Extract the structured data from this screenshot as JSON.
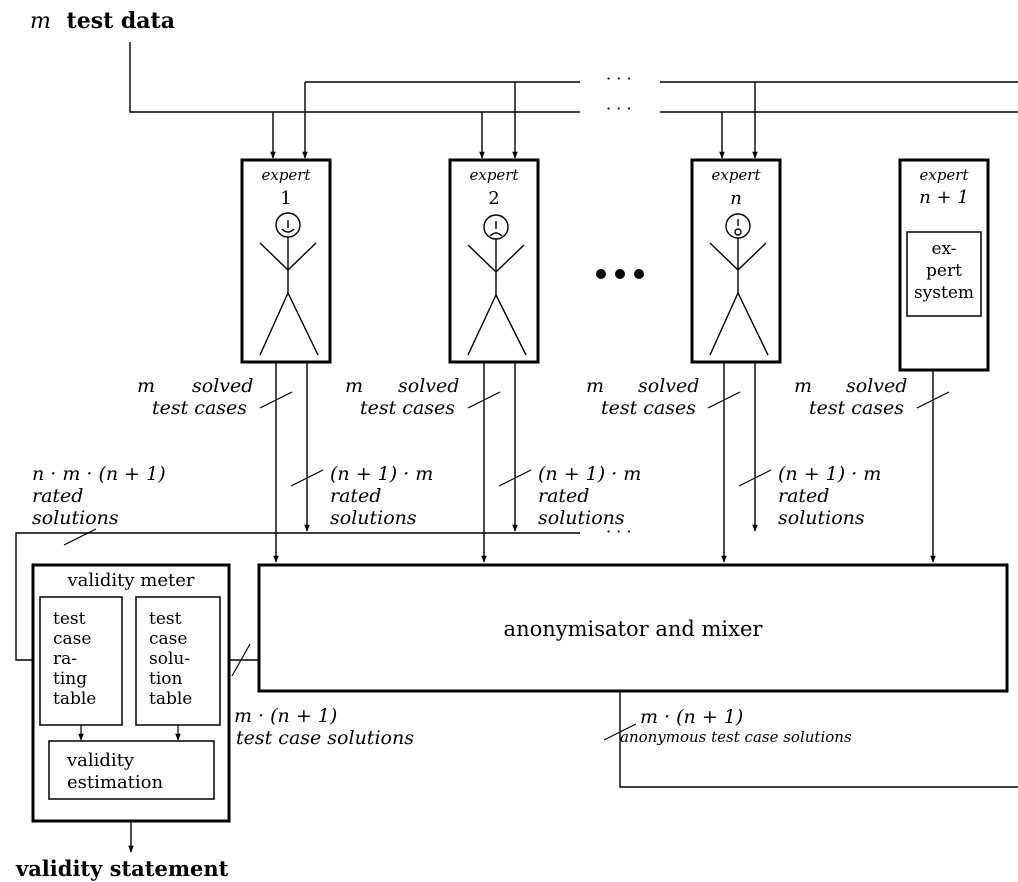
{
  "title": "m test data",
  "title_var": "m",
  "title_rest": "test data",
  "output_label": "validity statement",
  "ellipsis": "· · ·",
  "experts": [
    {
      "label": "expert",
      "index": "1",
      "face": "smile"
    },
    {
      "label": "expert",
      "index": "2",
      "face": "frown"
    },
    {
      "label": "expert",
      "index": "n",
      "face": "surprised"
    },
    {
      "label": "expert",
      "index": "n + 1",
      "system": {
        "lines": [
          "ex-",
          "pert",
          "system"
        ]
      }
    }
  ],
  "solved_label": {
    "m": "m",
    "solved": "solved",
    "cases": "test cases"
  },
  "rated_label": {
    "count": "(n + 1) · m",
    "line2": "rated",
    "line3": "solutions"
  },
  "total_rated": {
    "count": "n · m · (n + 1)",
    "line2": "rated",
    "line3": "solutions"
  },
  "mixer": {
    "label": "anonymisator and mixer"
  },
  "mixer_output": {
    "count": "m · (n + 1)",
    "label": "test case solutions"
  },
  "anonymous_output": {
    "count": "m · (n + 1)",
    "label": "anonymous test case solutions"
  },
  "validity_meter": {
    "title": "validity meter",
    "rating_table": {
      "lines": [
        "test",
        "case",
        "ra-",
        "ting",
        "table"
      ]
    },
    "solution_table": {
      "lines": [
        "test",
        "case",
        "solu-",
        "tion",
        "table"
      ]
    },
    "estimation": {
      "lines": [
        "validity",
        "estimation"
      ]
    }
  }
}
